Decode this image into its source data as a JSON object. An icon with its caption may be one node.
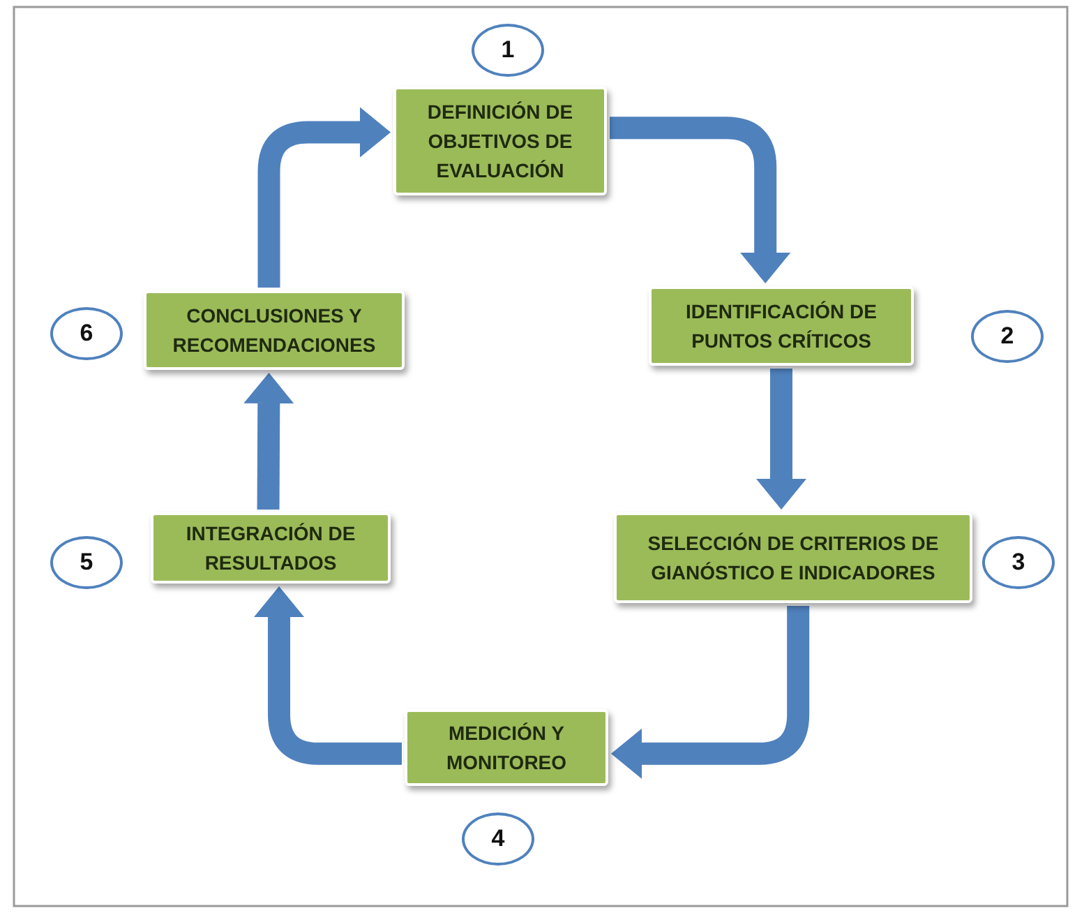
{
  "diagram": {
    "nodes": [
      {
        "text": [
          "DEFINICIÓN DE OBJETIVOS DE EVALUACIÓN"
        ]
      },
      {
        "text": [
          "IDENTIFICACIÓN DE PUNTOS CRÍTICOS"
        ]
      },
      {
        "text": [
          "SELECCIÓN DE CRITERIOS DE GIANÓSTICO E INDICADORES"
        ]
      },
      {
        "text": [
          "MEDICIÓN Y MONITOREO"
        ]
      },
      {
        "text": [
          "INTEGRACIÓN DE RESULTADOS"
        ]
      },
      {
        "text": [
          "CONCLUSIONES Y RECOMENDACIONES"
        ]
      },
      {
        "text": [
          "1"
        ]
      },
      {
        "text": [
          "2"
        ]
      },
      {
        "text": [
          "3"
        ]
      },
      {
        "text": [
          "4"
        ]
      },
      {
        "text": [
          "5"
        ]
      },
      {
        "text": [
          "6"
        ]
      }
    ],
    "edges": [
      {
        "from": 0,
        "to": 1,
        "arrow": "to"
      },
      {
        "from": 1,
        "to": 2,
        "arrow": "to"
      },
      {
        "from": 2,
        "to": 3,
        "arrow": "to"
      },
      {
        "from": 3,
        "to": 4,
        "arrow": "to"
      },
      {
        "from": 4,
        "to": 5,
        "arrow": "to"
      },
      {
        "from": 5,
        "to": 0,
        "arrow": "to"
      }
    ]
  }
}
